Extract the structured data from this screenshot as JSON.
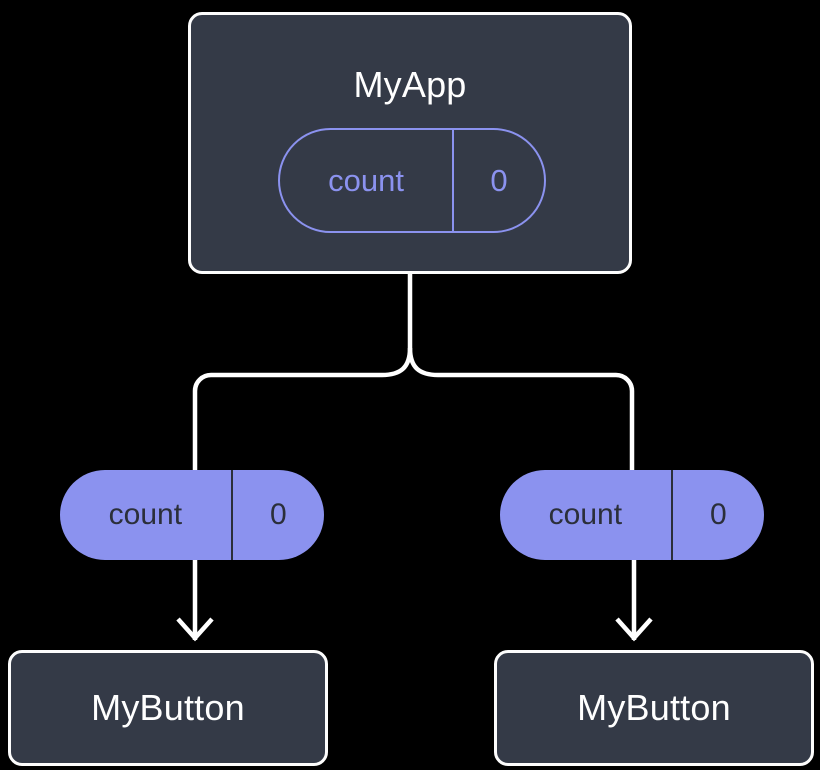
{
  "diagram": {
    "type": "component-state-tree",
    "background_color": "#000000",
    "colors": {
      "panel_fill": "#343a47",
      "panel_border": "#fdfdfd",
      "accent": "#8b92ef",
      "pill_text_on_fill": "#2b2f3a",
      "edge": "#ffffff"
    },
    "root": {
      "title": "MyApp",
      "state": {
        "key": "count",
        "value": "0"
      }
    },
    "children": [
      {
        "id": "left",
        "state": {
          "key": "count",
          "value": "0"
        },
        "title": "MyButton"
      },
      {
        "id": "right",
        "state": {
          "key": "count",
          "value": "0"
        },
        "title": "MyButton"
      }
    ]
  }
}
